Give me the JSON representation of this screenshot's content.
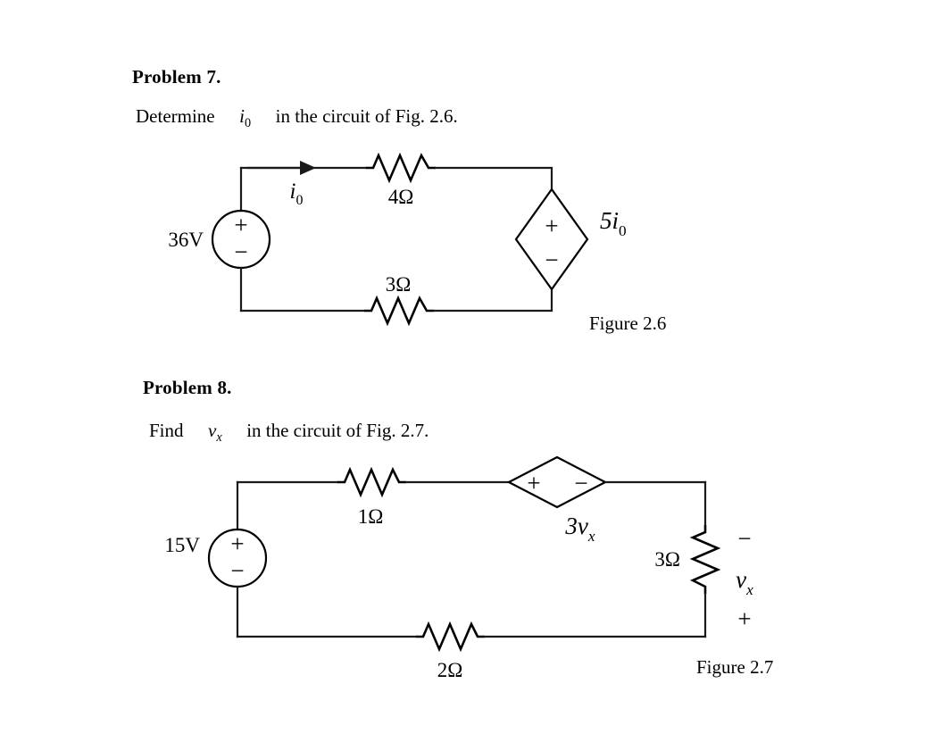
{
  "document": {
    "background_color": "#ffffff",
    "ink_color": "#000000"
  },
  "problems": [
    {
      "heading": "Problem 7.",
      "prompt_before": "Determine",
      "prompt_variable": "i",
      "prompt_variable_sub": "0",
      "prompt_after": "in the circuit of Fig. 2.6.",
      "figure_caption": "Figure 2.6"
    },
    {
      "heading": "Problem 8.",
      "prompt_before": "Find",
      "prompt_variable": "v",
      "prompt_variable_sub": "x",
      "prompt_after": "in the circuit of Fig. 2.7.",
      "figure_caption": "Figure 2.7"
    }
  ],
  "circuit_1": {
    "name": "Figure 2.6 circuit",
    "source": {
      "type": "independent-voltage-source",
      "shape": "circle",
      "label": "36V",
      "plus": "+",
      "minus": "−",
      "orientation": "vertical"
    },
    "current_label": {
      "symbol": "i",
      "subscript": "0",
      "direction": "right"
    },
    "resistors": [
      {
        "label": "4Ω",
        "value": 4,
        "unit": "Ω",
        "position": "top",
        "orientation": "horizontal",
        "label_placement": "below"
      },
      {
        "label": "3Ω",
        "value": 3,
        "unit": "Ω",
        "position": "bottom",
        "orientation": "horizontal",
        "label_placement": "above"
      }
    ],
    "dependent_source": {
      "type": "dependent-voltage-source",
      "shape": "diamond",
      "orientation": "vertical",
      "coefficient": "5",
      "variable": "i",
      "variable_sub": "0",
      "label": "5i₀",
      "plus": "+",
      "minus": "−"
    }
  },
  "circuit_2": {
    "name": "Figure 2.7 circuit",
    "source": {
      "type": "independent-voltage-source",
      "shape": "circle",
      "label": "15V",
      "plus": "+",
      "minus": "−",
      "orientation": "vertical"
    },
    "resistors": [
      {
        "label": "1Ω",
        "value": 1,
        "unit": "Ω",
        "position": "top",
        "orientation": "horizontal",
        "label_placement": "below"
      },
      {
        "label": "2Ω",
        "value": 2,
        "unit": "Ω",
        "position": "bottom",
        "orientation": "horizontal",
        "label_placement": "below"
      },
      {
        "label": "3Ω",
        "value": 3,
        "unit": "Ω",
        "position": "right",
        "orientation": "vertical",
        "label_placement": "left"
      }
    ],
    "dependent_source": {
      "type": "dependent-voltage-source",
      "shape": "diamond",
      "orientation": "horizontal",
      "coefficient": "3",
      "variable": "v",
      "variable_sub": "x",
      "label": "3vₓ",
      "plus": "+",
      "minus": "−"
    },
    "measured_voltage": {
      "symbol": "v",
      "subscript": "x",
      "top_sign": "−",
      "bottom_sign": "+",
      "across": "3Ω"
    }
  }
}
